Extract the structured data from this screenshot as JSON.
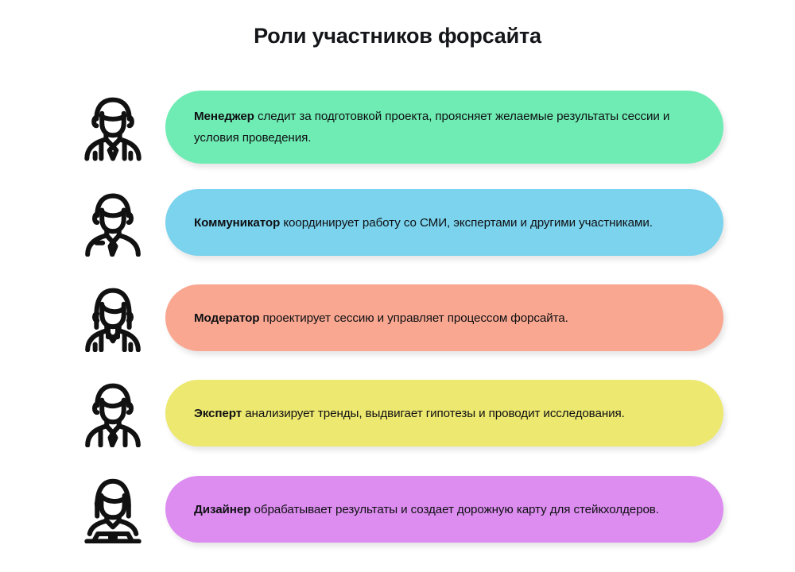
{
  "header": {
    "title": "Роли участников форсайта"
  },
  "colors": {
    "background": "#ffffff",
    "text": "#111111",
    "green": "#6FECB4",
    "blue": "#7BD3EE",
    "salmon": "#F9A791",
    "yellow": "#EDE86F",
    "purple": "#DC8DEF"
  },
  "rows": [
    {
      "icon": "businessman-suit-tie-icon",
      "role": "Менеджер",
      "description": " следит за подготовкой проекта, проясняет желаемые результаты сессии и условия проведения.",
      "color": "#6FECB4",
      "tall": true
    },
    {
      "icon": "man-shirt-tie-pocket-icon",
      "role": "Коммуникатор",
      "description": " координирует работу со СМИ, экспертами и другими участниками.",
      "color": "#7BD3EE",
      "tall": false
    },
    {
      "icon": "woman-long-hair-jacket-icon",
      "role": "Модератор",
      "description": " проектирует сессию и управляет процессом форсайта.",
      "color": "#F9A791",
      "tall": false
    },
    {
      "icon": "man-shirt-tie-icon",
      "role": "Эксперт",
      "description": " анализирует тренды, выдвигает гипотезы и проводит исследования.",
      "color": "#EDE86F",
      "tall": false
    },
    {
      "icon": "woman-with-laptop-icon",
      "role": "Дизайнер",
      "description": " обрабатывает результаты и создает дорожную карту для стейкхолдеров.",
      "color": "#DC8DEF",
      "tall": false
    }
  ]
}
